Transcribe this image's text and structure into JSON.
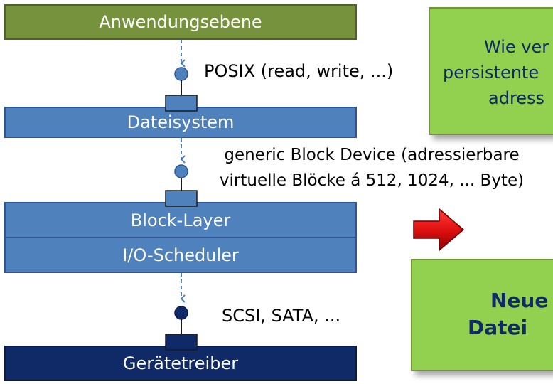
{
  "colors": {
    "app_layer": "#76923C",
    "blue_layer": "#4F81BD",
    "dark_layer": "#0F2A66",
    "callout_green": "#92D050",
    "arrow_red": "#E02020"
  },
  "layers": {
    "app": "Anwendungsebene",
    "fs": "Dateisystem",
    "block": "Block-Layer",
    "io": "I/O-Scheduler",
    "driver": "Gerätetreiber"
  },
  "interfaces": {
    "posix": "POSIX (read, write, ...)",
    "block_line1": "generic Block Device (adressierbare",
    "block_line2": "virtuelle Blöcke á 512, 1024, ... Byte)",
    "scsi": "SCSI, SATA, ..."
  },
  "callouts": {
    "top": [
      "Wie ver",
      "persistente",
      "adress"
    ],
    "bottom": [
      "Neue",
      "Datei"
    ]
  }
}
